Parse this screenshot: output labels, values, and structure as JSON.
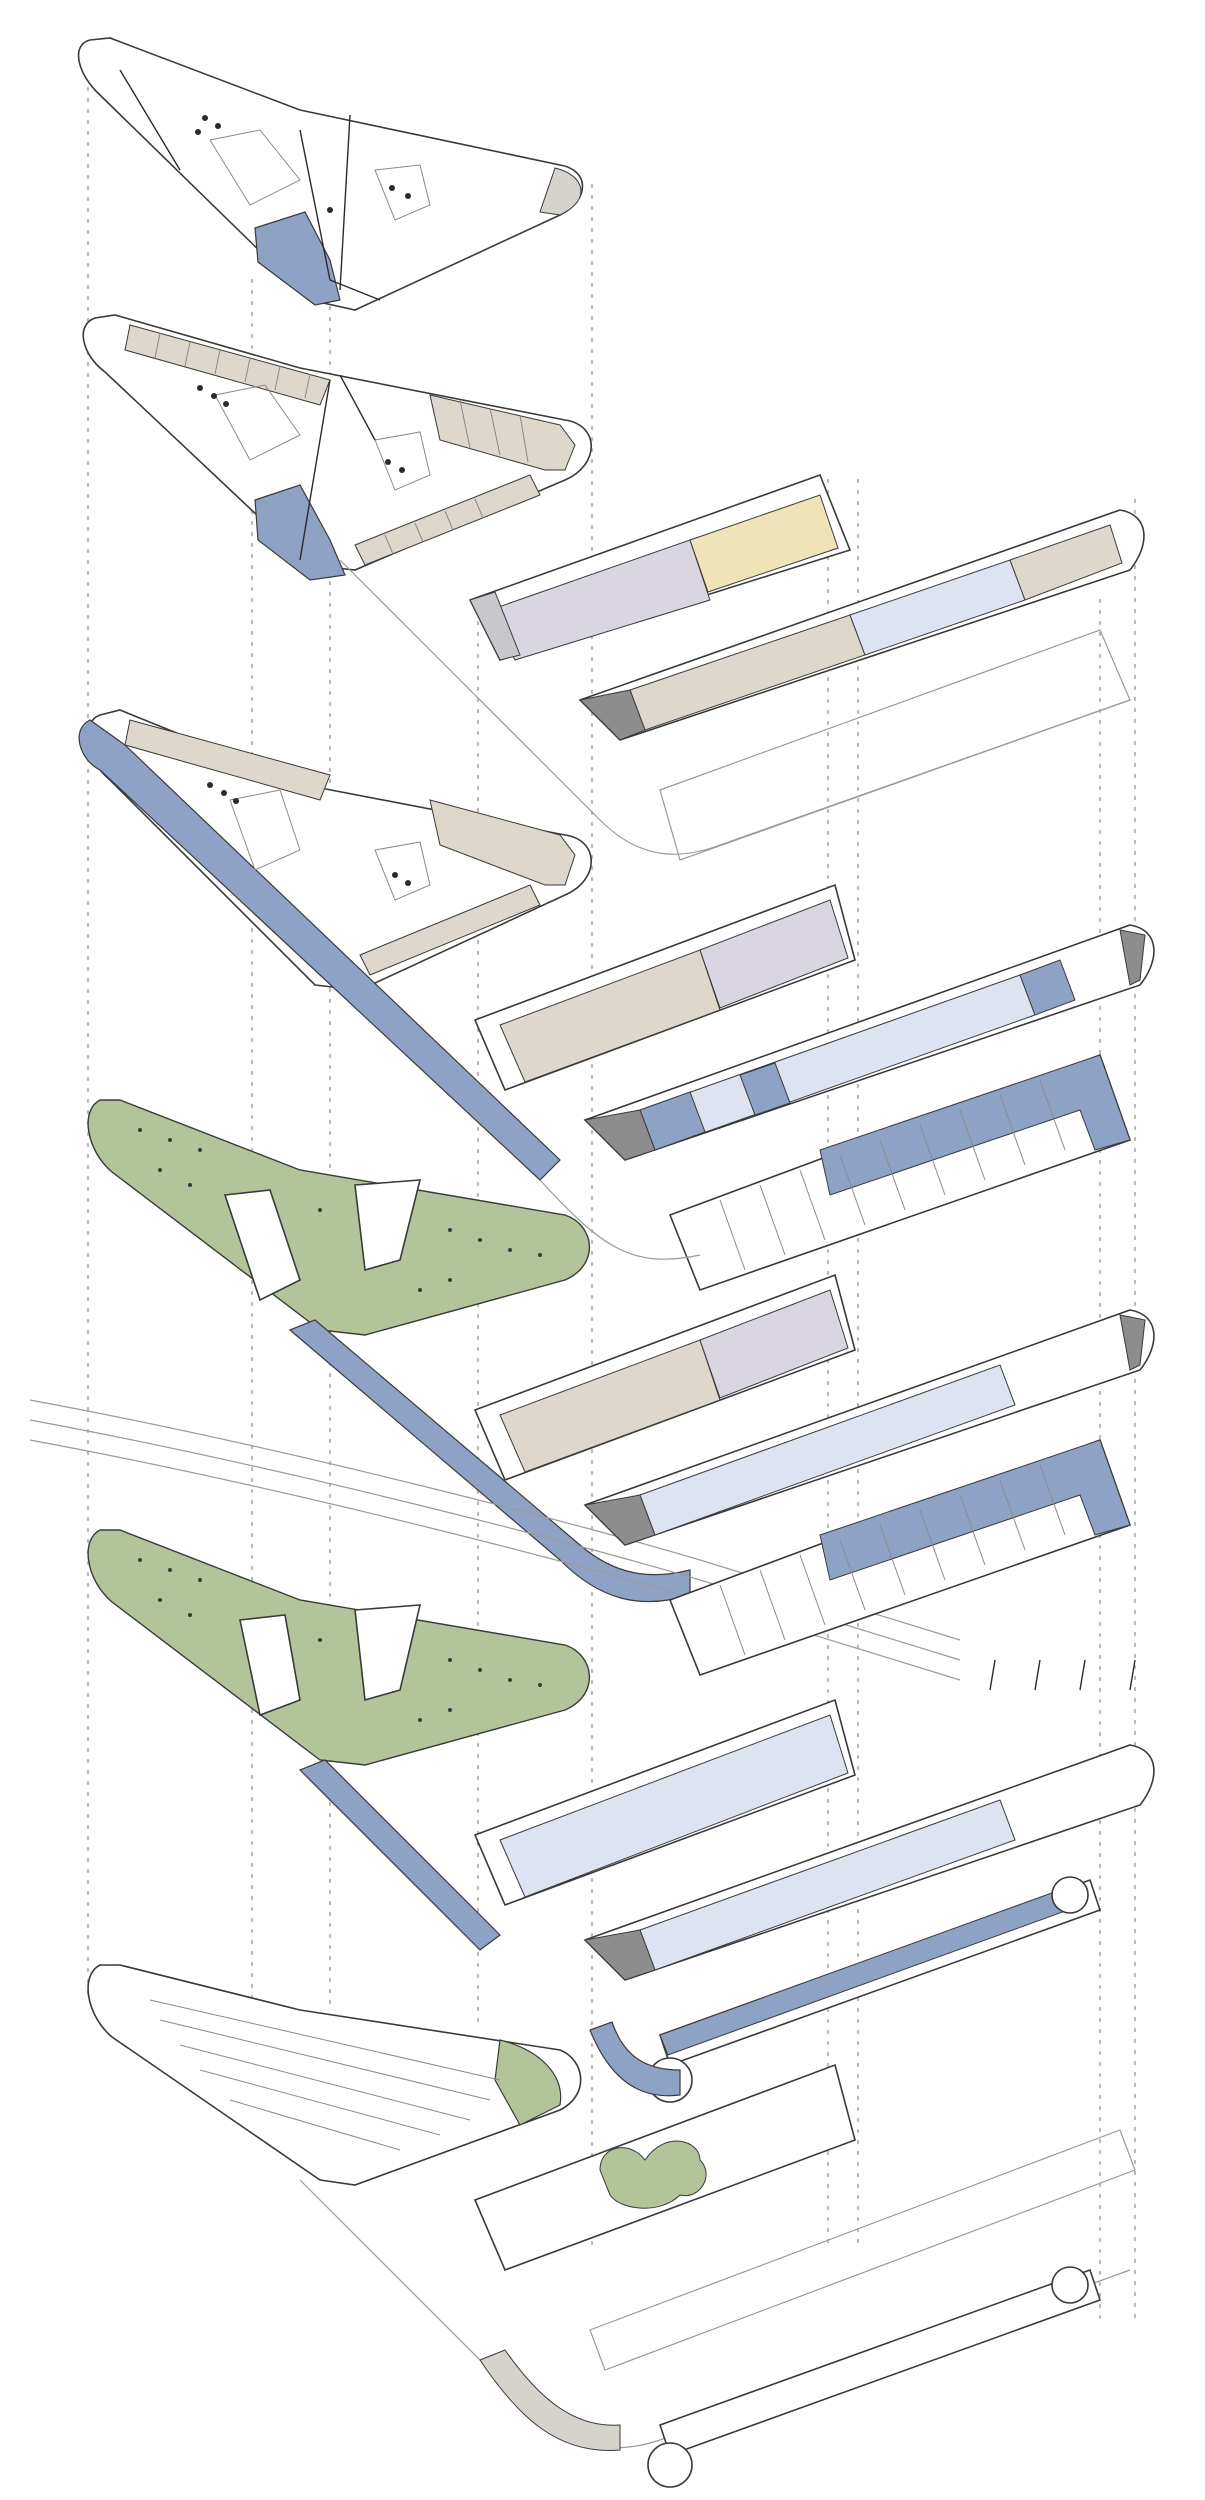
{
  "colors": {
    "background": "#ffffff",
    "guide_dots": "#b9b9b9",
    "outline": "#3a3a3a",
    "blue_zone": "#8ea2c6",
    "pale_blue_zone": "#dde3f1",
    "green_zone": "#b3c49a",
    "beige_zone": "#ddd7cc",
    "yellow_zone": "#f1e3b8",
    "grey_zone": "#8d8d8d",
    "lilac_zone": "#d9d6e2",
    "tan_zone": "#e6ddc9"
  },
  "levels": [
    {
      "id": "level-1",
      "label": ""
    },
    {
      "id": "level-2",
      "label": ""
    },
    {
      "id": "level-3",
      "label": ""
    },
    {
      "id": "level-4",
      "label": ""
    },
    {
      "id": "level-5",
      "label": ""
    },
    {
      "id": "level-6",
      "label": ""
    }
  ]
}
